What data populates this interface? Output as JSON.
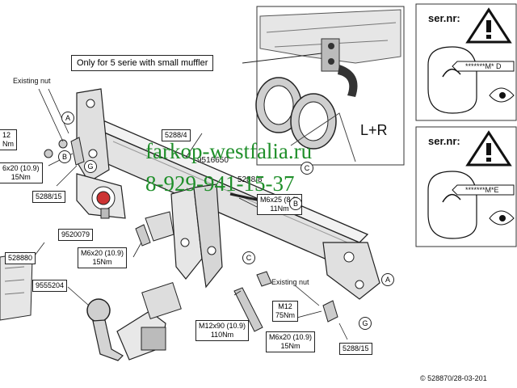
{
  "callouts": {
    "small_muffler": "Only for 5 serie with small muffler",
    "lr": "L+R",
    "existing_nut_top": "Existing nut",
    "existing_nut_bottom": "Existing nut"
  },
  "torque": {
    "m12_top_left_a": "12",
    "m12_top_left_b": "Nm",
    "m6x20_left_a": "6x20 (10.9)",
    "m6x20_left_b": "15Nm",
    "m6x25_a": "M6x25 (8.8)",
    "m6x25_b": "11Nm",
    "m6x20_mid_a": "M6x20 (10.9)",
    "m6x20_mid_b": "15Nm",
    "m12x90_a": "M12x90 (10.9)",
    "m12x90_b": "110Nm",
    "m12_right_a": "M12",
    "m12_right_b": "75Nm",
    "m6x20_right_a": "M6x20 (10.9)",
    "m6x20_right_b": "15Nm"
  },
  "parts": {
    "p5288_4": "5288/4",
    "p9516650": "9516650",
    "p5288_8": "5288/8",
    "p5288_15_left": "5288/15",
    "p9520079": "9520079",
    "p528880": "528880",
    "p9555204": "9555204",
    "p5288_15_right": "5288/15"
  },
  "markers": {
    "a_left": "A",
    "b_left": "B",
    "g_left": "G",
    "c_top": "C",
    "b_mid": "B",
    "c_mid": "C",
    "a_right": "A",
    "g_right": "G"
  },
  "sernr": {
    "label_top": "ser.nr:",
    "code_top": "*******M* D",
    "label_bottom": "ser.nr:",
    "code_bottom": "*******M*E"
  },
  "watermark": {
    "site": "farkop-westfalia.ru",
    "phone": "8-929-941-15-37"
  },
  "footer": {
    "copyright": "© 528870/28-03-201"
  },
  "colors": {
    "watermark": "#1f8f2a",
    "line": "#222222",
    "fill": "#d9d9d9"
  },
  "icons": [
    "warning-triangle-icon",
    "warning-triangle-icon"
  ]
}
